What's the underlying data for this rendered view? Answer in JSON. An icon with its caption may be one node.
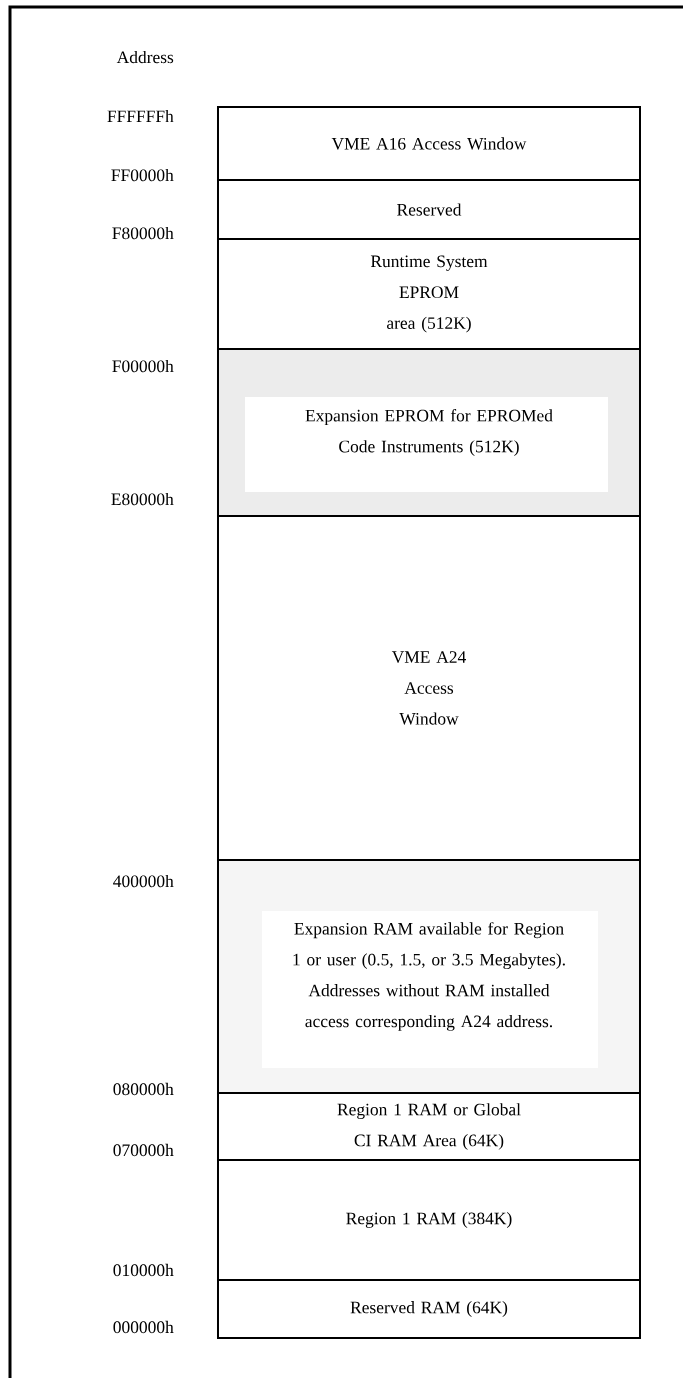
{
  "diagram": {
    "nodes": [
      {
        "text": [
          "VME A16 Access Window"
        ]
      },
      {
        "text": [
          "Reserved"
        ]
      },
      {
        "text": [
          "Runtime System EPROM area (512K)"
        ]
      },
      {
        "text": [
          "Expansion EPROM for EPROMed Code Instruments (512K)"
        ]
      },
      {
        "text": [
          "VME A24 Access Window"
        ]
      },
      {
        "text": [
          "Expansion RAM available for Region 1 or user (0.5, 1.5, or 3.5 Megabytes).  Addresses without RAM installed access corresponding A24 address."
        ]
      },
      {
        "text": [
          "Region 1 RAM or Global CI RAM Area (64K)"
        ]
      },
      {
        "text": [
          "Region 1 RAM (384K)"
        ]
      },
      {
        "text": [
          "Reserved RAM (64K)"
        ]
      }
    ],
    "labels": [
      "Address",
      "FFFFFFh",
      "FF0000h",
      "F80000h",
      "F00000h",
      "E80000h",
      "400000h",
      "080000h",
      "070000h",
      "010000h",
      "000000h"
    ]
  }
}
